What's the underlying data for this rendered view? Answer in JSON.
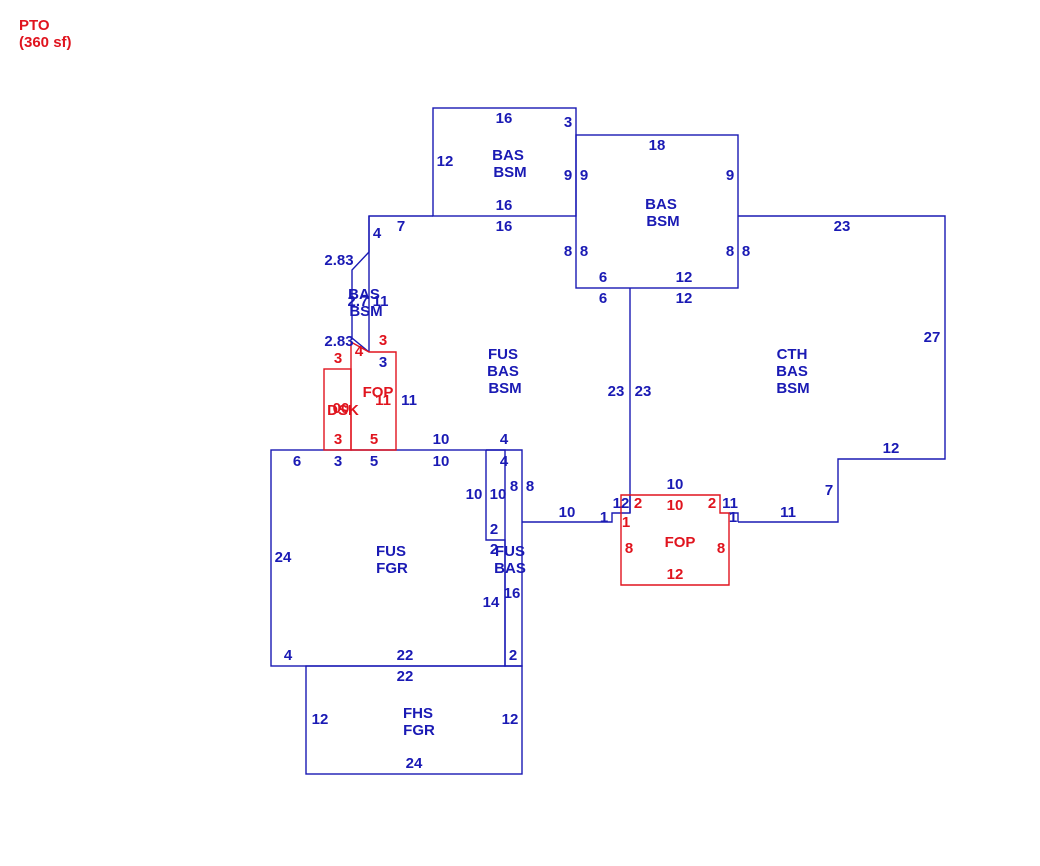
{
  "note": {
    "code": "PTO",
    "area": "(360 sf)"
  },
  "areas": {
    "bas_top": [
      "BAS",
      "BSM"
    ],
    "bas_right": [
      "BAS",
      "BSM"
    ],
    "bas_small": [
      "BAS",
      "BSM"
    ],
    "fus_main": [
      "FUS",
      "BAS",
      "BSM"
    ],
    "cth": [
      "CTH",
      "BAS",
      "BSM"
    ],
    "fus_fgr": [
      "FUS",
      "FGR"
    ],
    "fus_bas": [
      "FUS",
      "BAS"
    ],
    "fhs_fgr": [
      "FHS",
      "FGR"
    ],
    "fop_left": "FOP",
    "fop_right": "FOP",
    "dsk": "DSK",
    "overlap_00": "00"
  },
  "dims": {
    "t16a": "16",
    "t3a": "3",
    "t12a": "12",
    "t9a": "9",
    "t16b": "16",
    "t18": "18",
    "t9b": "9",
    "t9c": "9",
    "t16c": "16",
    "t4a": "4",
    "t7": "7",
    "t8a": "8",
    "t8b": "8",
    "t8c": "8",
    "t8d": "8",
    "t6a": "6",
    "t12b": "12",
    "t6b": "6",
    "t12c": "12",
    "t23a": "23",
    "t27": "27",
    "t283a": "2.83",
    "t2711": "2.7 11",
    "t283b": "2.83",
    "t3b": "3",
    "t4b": "4",
    "t3c": "3",
    "t3d": "3",
    "t11a": "11",
    "t11b": "11",
    "t3e": "3",
    "t5a": "5",
    "t10a": "10",
    "t4c": "4",
    "t6c": "6",
    "t3f": "3",
    "t5b": "5",
    "t10b": "10",
    "t4d": "4",
    "t23b": "23",
    "t23c": "23",
    "t12d": "12",
    "t10c": "10",
    "t10d": "10",
    "t8e": "8",
    "t8f": "8",
    "t10e": "10",
    "t1a": "1",
    "t12e": "12",
    "t2a": "2",
    "t10f": "10",
    "t2b": "2",
    "t11c": "11",
    "t11d": "11",
    "t7b": "7",
    "t1b": "1",
    "t8g": "8",
    "t8h": "8",
    "t12f": "12",
    "t24a": "24",
    "t2c": "2",
    "t2d": "2",
    "t14": "14",
    "t16d": "16",
    "t4e": "4",
    "t22a": "22",
    "t2e": "2",
    "t22b": "22",
    "t12g": "12",
    "t12h": "12",
    "t24b": "24"
  }
}
